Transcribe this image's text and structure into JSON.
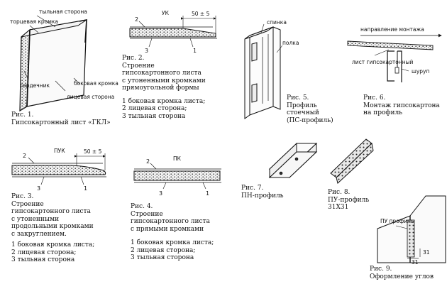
{
  "fig1": {
    "labels": {
      "back": "тыльная сторона",
      "end_edge": "торцевая кромка",
      "core": "сердечник",
      "side_edge": "боковая кромка",
      "face": "лицевая сторона"
    },
    "caption": [
      "Рис. 1.",
      "Гипсокартонный лист «ГКЛ»"
    ]
  },
  "fig2": {
    "tag": "УК",
    "dim": "50 ± 5",
    "nums": [
      "2",
      "3",
      "1"
    ],
    "caption": [
      "Рис. 2.",
      "Строение",
      "гипсокартонного листа",
      "с утоненными кромками",
      "прямоугольной формы"
    ],
    "legend": [
      "1  боковая кромка листа;",
      "2  лицевая сторона;",
      "3  тыльная сторона"
    ]
  },
  "fig5": {
    "labels": {
      "back": "спинка",
      "flange": "полка"
    },
    "caption": [
      "Рис. 5.",
      "Профиль",
      "стоечный",
      "(ПС-профиль)"
    ]
  },
  "fig6": {
    "labels": {
      "direction": "направление монтажа",
      "sheet": "лист гипсокартонный",
      "screw": "шуруп"
    },
    "caption": [
      "Рис. 6.",
      "Монтаж гипсокартона",
      "на профиль"
    ]
  },
  "fig3": {
    "tag": "ПУК",
    "dim": "50 ± 5",
    "nums": [
      "2",
      "3",
      "1"
    ],
    "caption": [
      "Рис. 3.",
      "Строение",
      "гипсокартонного листа",
      "с утоненными",
      "продольными кромками",
      "с закруглением."
    ],
    "legend": [
      "1  боковая кромка листа;",
      "2  лицевая сторона;",
      "3  тыльная сторона"
    ]
  },
  "fig4": {
    "tag": "ПК",
    "nums": [
      "2",
      "3",
      "1"
    ],
    "caption": [
      "Рис. 4.",
      "Строение",
      "гипсокартонного листа",
      "с прямыми кромками"
    ],
    "legend": [
      "1  боковая кромка листа;",
      "2  лицевая сторона;",
      "3  тыльная сторона"
    ]
  },
  "fig7": {
    "caption": [
      "Рис. 7.",
      "ПН-профиль"
    ]
  },
  "fig8": {
    "caption": [
      "Рис. 8.",
      "ПУ-профиль",
      "31Х31"
    ]
  },
  "fig9": {
    "labels": {
      "profile": "ПУ профиль",
      "d1": "31",
      "d2": "31"
    },
    "caption": [
      "Рис. 9.",
      "Оформление углов"
    ]
  }
}
